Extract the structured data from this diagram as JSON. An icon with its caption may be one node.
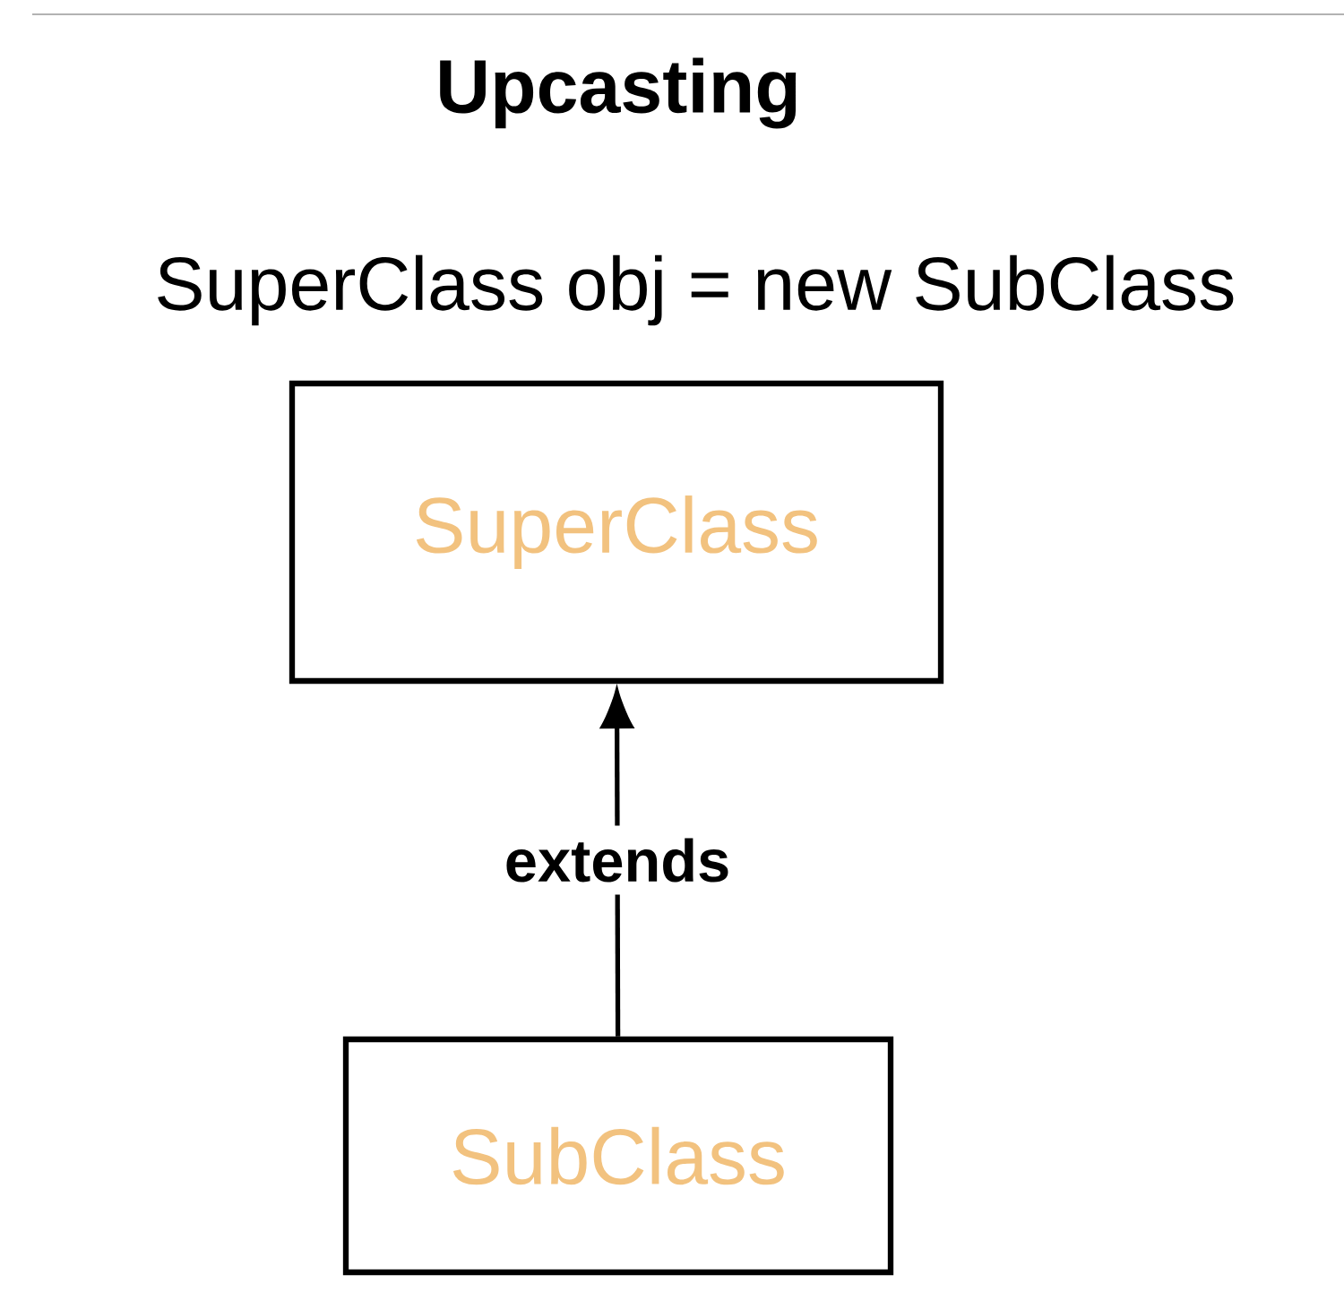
{
  "diagram": {
    "title": "Upcasting",
    "nodes": [
      {
        "text": [
          "SuperClass"
        ]
      },
      {
        "text": [
          "SubClass"
        ]
      }
    ],
    "edges": [
      {
        "from": 1,
        "to": 0,
        "arrow": "to",
        "label": "extends"
      }
    ],
    "labels": [
      "SuperClass obj = new SubClass"
    ]
  }
}
